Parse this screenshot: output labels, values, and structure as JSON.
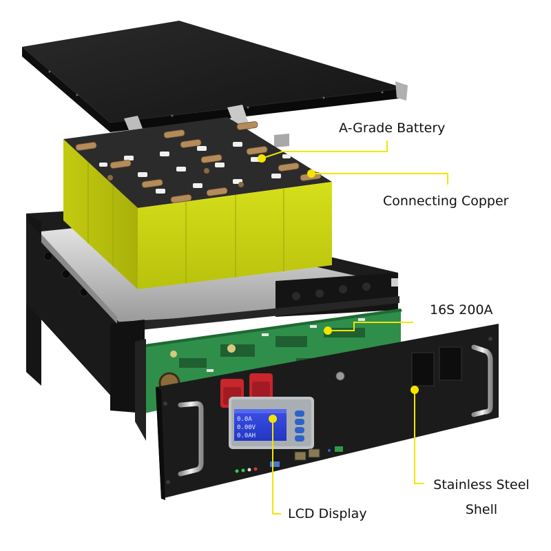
{
  "labels": {
    "battery": "A-Grade Battery",
    "copper": "Connecting Copper",
    "bms": "16S 200A",
    "shell_line1": "Stainless Steel",
    "shell_line2": "Shell",
    "lcd": "LCD Display"
  },
  "lcd_screen": {
    "row1": "0.0A",
    "row2": "0.00V",
    "row3": "0.0AH"
  },
  "colors": {
    "callout_dot": "#f2e600",
    "callout_line": "#f2e600",
    "battery_cell": "#c9d410",
    "case_black": "#1b1b1b",
    "lcd_blue": "#2c3fd6",
    "terminal_red": "#c8252c",
    "pcb_green": "#2f8f4a"
  }
}
